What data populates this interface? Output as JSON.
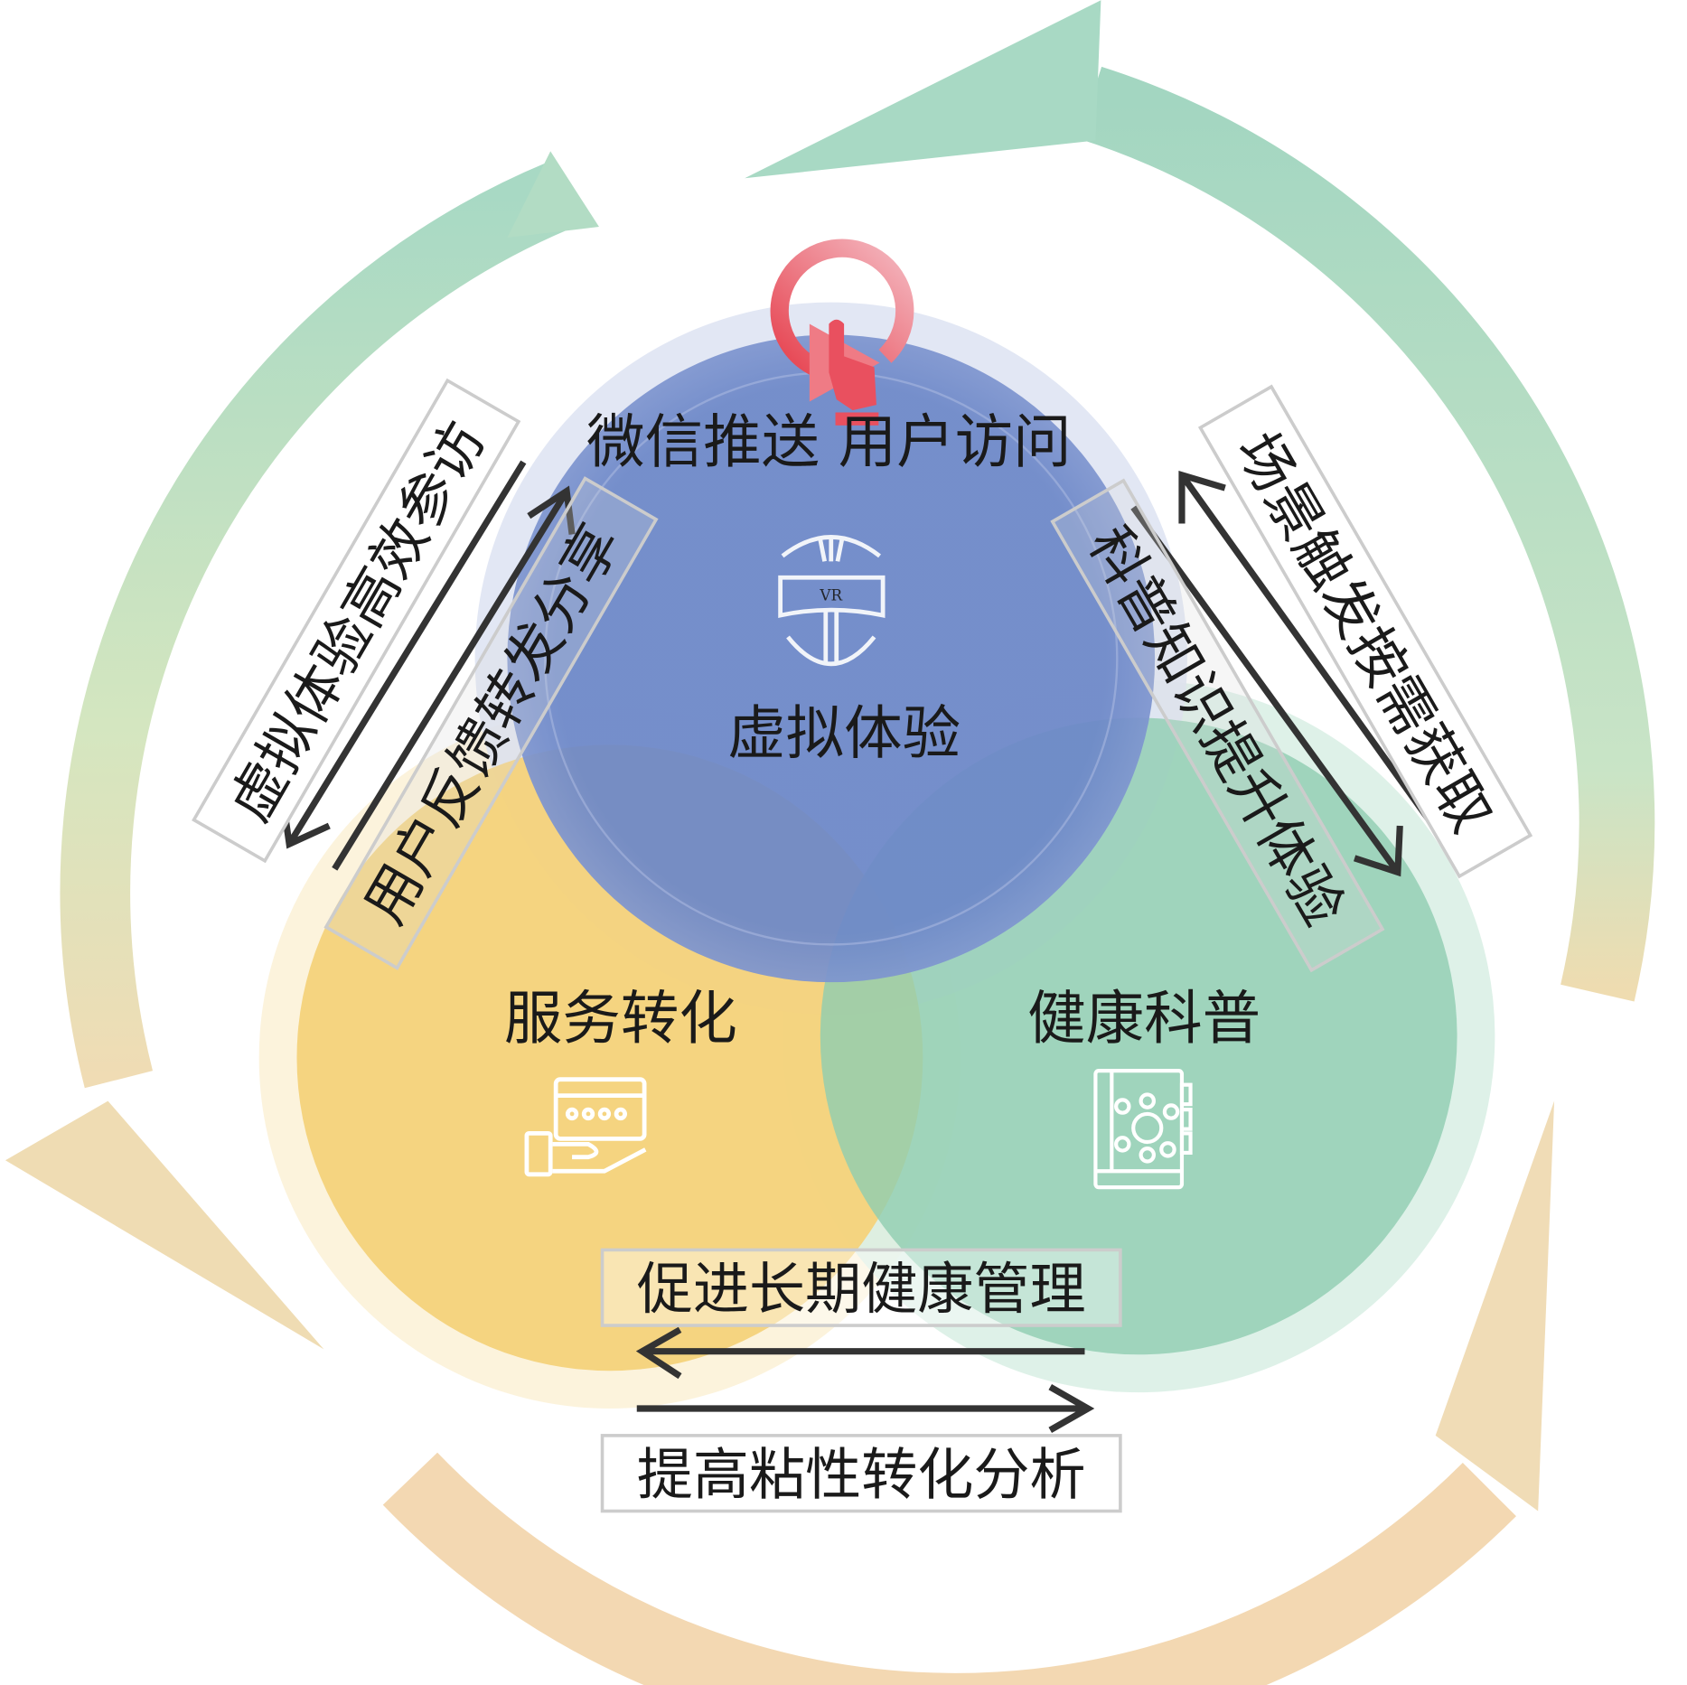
{
  "top_label": "微信推送 用户访问",
  "circles": {
    "virtual": {
      "label": "虚拟体验",
      "icon": "vr-headset-icon",
      "color": "#6f8ac8"
    },
    "service": {
      "label": "服务转化",
      "icon": "card-payment-icon",
      "color": "#f4d27a"
    },
    "science": {
      "label": "健康科普",
      "icon": "science-book-icon",
      "color": "#9fd3b9"
    }
  },
  "links": {
    "left_outer": "虚拟体验高效参访",
    "left_inner": "用户反馈转发分享",
    "right_inner": "科普知识提升体验",
    "right_outer": "场景触发按需获取",
    "bottom_top": "促进长期健康管理",
    "bottom_bottom": "提高粘性转化分析"
  },
  "colors": {
    "cycle_green": "#a8d9c4",
    "cycle_tan": "#f2d3a8",
    "click_red": "#e9505f"
  }
}
